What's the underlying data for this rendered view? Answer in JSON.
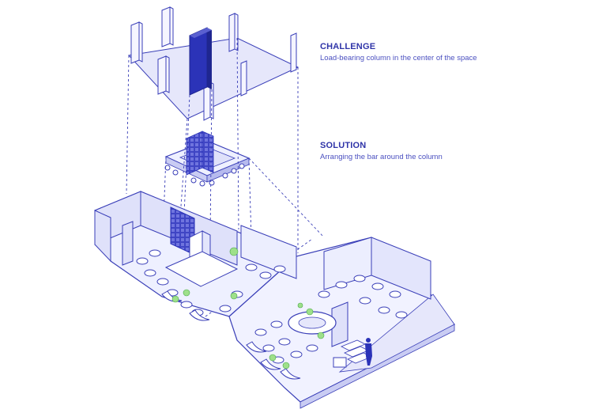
{
  "annotations": {
    "challenge": {
      "heading": "CHALLENGE",
      "text": "Load-bearing column in the center of the space"
    },
    "solution": {
      "heading": "SOLUTION",
      "text": "Arranging the bar around the column"
    }
  },
  "colors": {
    "line": "#3a3fb8",
    "fill": "#e6e7fb",
    "accent": "#2b33b8",
    "plant": "#9ee08a",
    "text": "#3a3fb0"
  }
}
